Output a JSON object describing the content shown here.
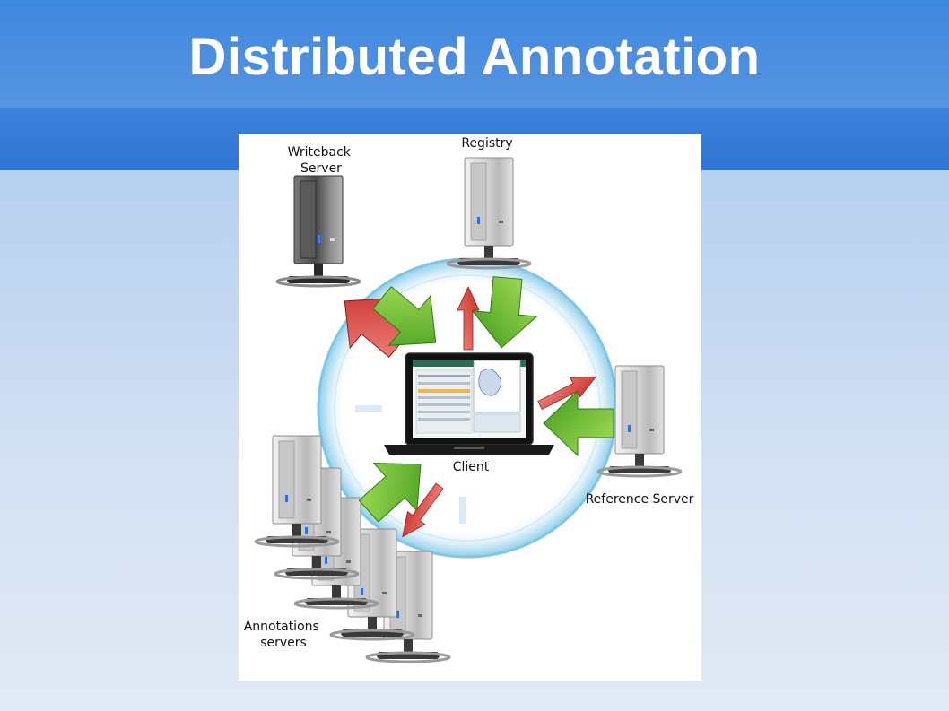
{
  "slide": {
    "title": "Distributed Annotation"
  },
  "diagram": {
    "nodes": {
      "writeback": [
        "Writeback",
        "Server"
      ],
      "registry": [
        "Registry"
      ],
      "reference": [
        "Reference Server"
      ],
      "client": [
        "Client"
      ],
      "annotations": [
        "Annotations",
        "servers"
      ]
    }
  },
  "colors": {
    "header": "#4a8fe0",
    "header_band": "#3179d6",
    "arrow_green": "#5fb82a",
    "arrow_red": "#d8403a",
    "ring": "#7fc7e6"
  }
}
